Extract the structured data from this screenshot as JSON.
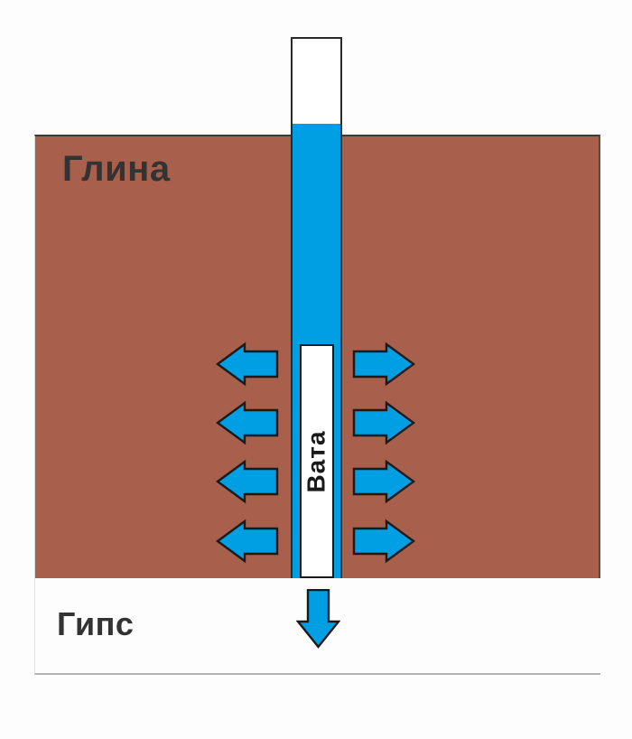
{
  "labels": {
    "clay": "Глина",
    "gypsum": "Гипс",
    "wool": "Вата"
  },
  "colors": {
    "water_blue": "#009fe3",
    "clay_brown": "#a85f4b",
    "outline_dark": "#1a1a1a",
    "label_dark": "#333333",
    "baseline_gray": "#b3b3b3"
  },
  "arrows": {
    "left_count": 4,
    "right_count": 4,
    "down_count": 1
  }
}
